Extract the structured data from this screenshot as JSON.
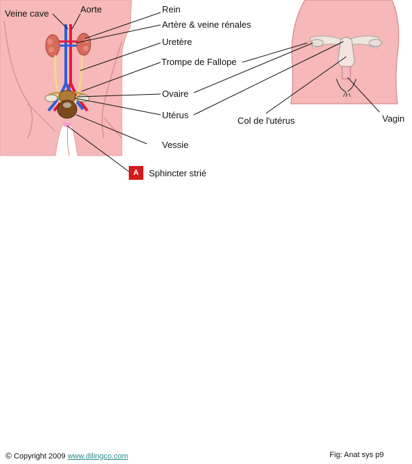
{
  "labels": {
    "veine_cave": "Veine cave",
    "aorte": "Aorte",
    "rein": "Rein",
    "artere_veine_renales": "Artère & veine rénales",
    "uretere": "Uretère",
    "trompe": "Trompe de Fallope",
    "ovaire": "Ovaire",
    "uterus": "Utérus",
    "vessie": "Vessie",
    "col_uterus": "Col de l'utérus",
    "vagin": "Vagin"
  },
  "sphincter": {
    "badge": "A",
    "label": "Sphincter strié"
  },
  "footer": {
    "copyright_symbol": "©",
    "copyright_text": " Copyright 2009 ",
    "link_text": "www.dilingco.com",
    "fig": "Fig:  Anat sys  p9"
  },
  "colors": {
    "skin": "#f6b8b8",
    "skin_outline": "#d08a8a",
    "artery": "#e8163c",
    "vein": "#2e5fd8",
    "kidney": "#d86a5a",
    "ureter": "#f2d98a",
    "bladder": "#7a4a1e",
    "badge": "#d31b1b",
    "link": "#2a8a8a"
  }
}
